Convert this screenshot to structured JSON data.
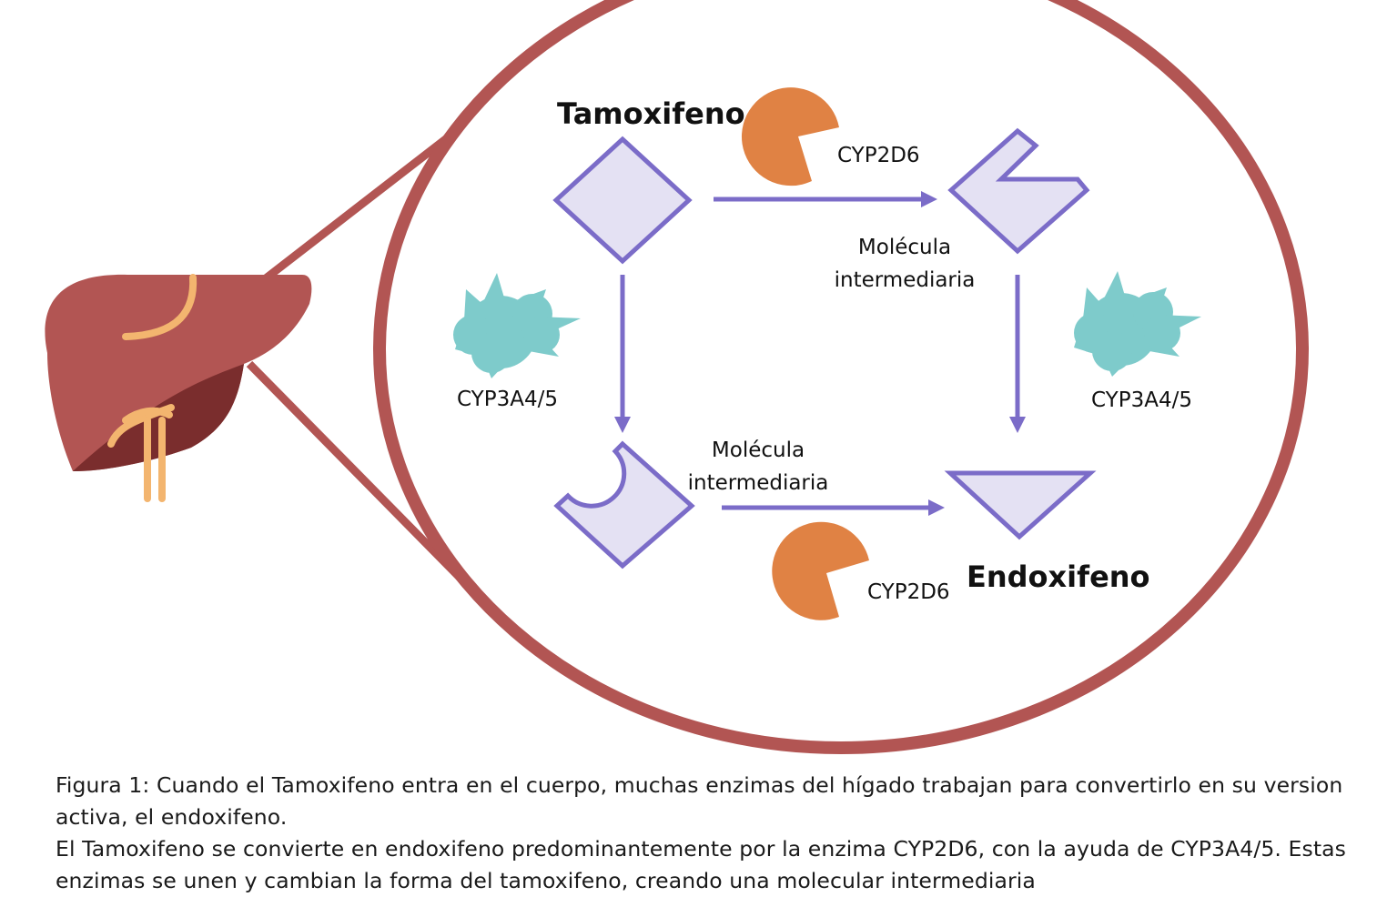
{
  "labels": {
    "tamoxifeno": "Tamoxifeno",
    "endoxifeno": "Endoxifeno",
    "enzyme_cyp2d6_top": "CYP2D6",
    "enzyme_cyp2d6_bottom": "CYP2D6",
    "enzyme_cyp3a45_left": "CYP3A4/5",
    "enzyme_cyp3a45_right": "CYP3A4/5",
    "intermediate_top_line1": "Molécula",
    "intermediate_top_line2": "intermediaria",
    "intermediate_bottom_line1": "Molécula",
    "intermediate_bottom_line2": "intermediaria"
  },
  "caption": {
    "line1": "Figura 1: Cuando el Tamoxifeno entra en el cuerpo, muchas enzimas del hígado trabajan para convertirlo en su version activa, el endoxifeno.",
    "line2": "El Tamoxifeno se convierte en endoxifeno predominantemente por la enzima CYP2D6, con la ayuda de CYP3A4/5. Estas enzimas se unen y cambian la forma del tamoxifeno, creando una molecular intermediaria"
  },
  "colors": {
    "zoom_ring": "#b25553",
    "molecule_fill": "#e4e1f3",
    "molecule_stroke": "#7b6cc8",
    "arrow": "#7b6cc8",
    "cyp2d6": "#e08244",
    "cyp3a45": "#7ecbcb",
    "liver": "#b25553",
    "liver_dark": "#7a2d2d",
    "bile": "#f3b56f"
  }
}
